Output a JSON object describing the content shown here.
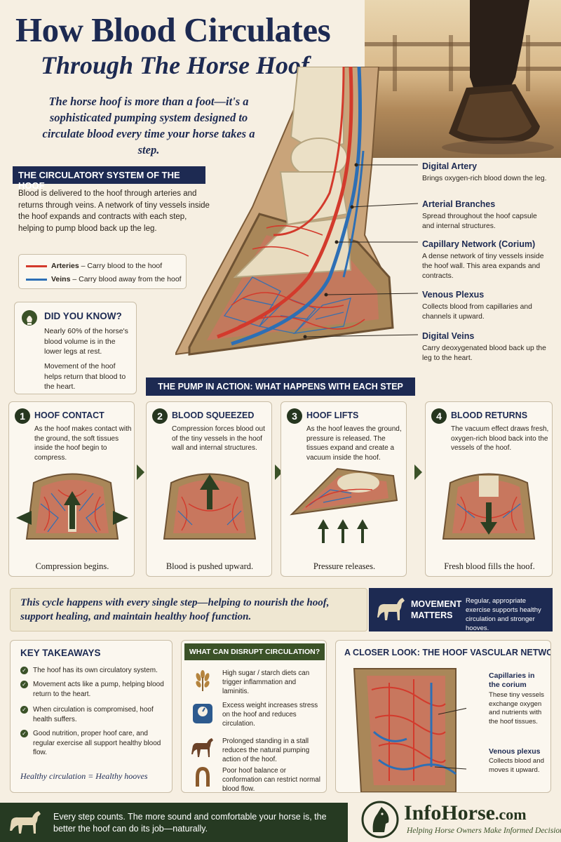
{
  "header": {
    "title_main": "How Blood Circulates",
    "title_sub": "Through The Horse Hoof",
    "intro": "The horse hoof is more than a foot—it's a sophisticated pumping system designed to circulate blood every time your horse takes a step."
  },
  "circulatory": {
    "title": "THE CIRCULATORY SYSTEM OF THE HOOF",
    "body": "Blood is delivered to the hoof through arteries and returns through veins. A network of tiny vessels inside the hoof expands and contracts with each step, helping to pump blood back up the leg.",
    "legend": [
      {
        "name": "Arteries",
        "desc": " – Carry blood to the hoof",
        "color": "#d33a2c"
      },
      {
        "name": "Veins",
        "desc": " – Carry blood away from the hoof",
        "color": "#2d6fb5"
      }
    ]
  },
  "did_you_know": {
    "title": "DID YOU KNOW?",
    "text1": "Nearly 60% of the horse's blood volume is in the lower legs at rest.",
    "text2": "Movement of the hoof helps return that blood to the heart.",
    "icon": "lightbulb-icon"
  },
  "labels": [
    {
      "title": "Digital Artery",
      "desc": "Brings oxygen-rich blood down the leg."
    },
    {
      "title": "Arterial Branches",
      "desc": "Spread throughout the hoof capsule and internal structures."
    },
    {
      "title": "Capillary Network (Corium)",
      "desc": "A dense network of tiny vessels inside the hoof wall. This area expands and contracts."
    },
    {
      "title": "Venous Plexus",
      "desc": "Collects blood from capillaries and channels it upward."
    },
    {
      "title": "Digital Veins",
      "desc": "Carry deoxygenated blood back up the leg to the heart."
    }
  ],
  "pump": {
    "banner": "THE PUMP IN ACTION: WHAT HAPPENS WITH EACH STEP",
    "steps": [
      {
        "num": "1",
        "title": "HOOF CONTACT",
        "desc": "As the hoof makes contact with the ground, the soft tissues inside the hoof begin to compress.",
        "caption": "Compression begins."
      },
      {
        "num": "2",
        "title": "BLOOD SQUEEZED",
        "desc": "Compression forces blood out of the tiny vessels in the hoof wall and internal structures.",
        "caption": "Blood is pushed upward."
      },
      {
        "num": "3",
        "title": "HOOF LIFTS",
        "desc": "As the hoof leaves the ground, pressure is released. The tissues expand and create a vacuum inside the hoof.",
        "caption": "Pressure releases."
      },
      {
        "num": "4",
        "title": "BLOOD RETURNS",
        "desc": "The vacuum effect draws fresh, oxygen-rich blood back into the vessels of the hoof.",
        "caption": "Fresh blood fills the hoof."
      }
    ]
  },
  "cycle": {
    "text": "This cycle happens with every single step—helping to nourish the hoof, support healing, and maintain healthy hoof function."
  },
  "movement": {
    "title": "MOVEMENT MATTERS",
    "desc": "Regular, appropriate exercise supports healthy circulation and stronger hooves.",
    "icon": "horse-icon"
  },
  "takeaways": {
    "title": "KEY TAKEAWAYS",
    "items": [
      "The hoof has its own circulatory system.",
      "Movement acts like a pump, helping blood return to the heart.",
      "When circulation is compromised, hoof health suffers.",
      "Good nutrition, proper hoof care, and regular exercise all support healthy blood flow."
    ],
    "footer": "Healthy circulation = Healthy hooves"
  },
  "disrupt": {
    "title": "WHAT CAN DISRUPT CIRCULATION?",
    "items": [
      {
        "text": "High sugar / starch diets can trigger inflammation and laminitis.",
        "icon": "grain-icon"
      },
      {
        "text": "Excess weight increases stress on the hoof and reduces circulation.",
        "icon": "scale-icon"
      },
      {
        "text": "Prolonged standing in a stall reduces the natural pumping action of the hoof.",
        "icon": "horse-icon"
      },
      {
        "text": "Poor hoof balance or conformation can restrict normal blood flow.",
        "icon": "horseshoe-icon"
      }
    ]
  },
  "closer": {
    "title": "A CLOSER LOOK: THE HOOF VASCULAR NETWORK",
    "labels": [
      {
        "title": "Capillaries in the corium",
        "desc": "These tiny vessels exchange oxygen and nutrients with the hoof tissues."
      },
      {
        "title": "Venous plexus",
        "desc": "Collects blood and moves it upward."
      }
    ]
  },
  "footer": {
    "text": "Every step counts. The more sound and comfortable your horse is, the better the hoof can do its job—naturally.",
    "brand": "InfoHorse",
    "brand_suffix": ".com",
    "tagline": "Helping Horse Owners Make Informed Decisions"
  },
  "colors": {
    "navy": "#1d2a52",
    "green": "#3b5228",
    "artery": "#d33a2c",
    "vein": "#2d6fb5",
    "bone": "#e8dcc0",
    "hoof_wall": "#a98759"
  }
}
